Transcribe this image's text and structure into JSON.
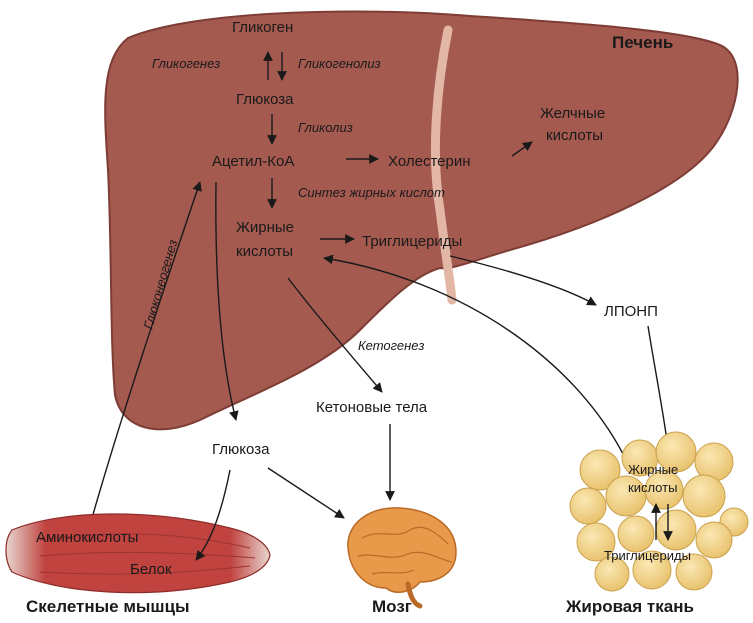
{
  "liver": {
    "title": "Печень",
    "color": "#a55a50",
    "edge_color": "#7d3d35",
    "ligament_color": "#e3b7a6"
  },
  "metabolites": {
    "glycogen": "Гликоген",
    "glucose_liver": "Глюкоза",
    "acetyl_coa": "Ацетил-КоА",
    "cholesterol": "Холестерин",
    "bile_acids_line1": "Желчные",
    "bile_acids_line2": "кислоты",
    "fatty_acids_line1": "Жирные",
    "fatty_acids_line2": "кислоты",
    "triglycerides": "Триглицериды",
    "vldl": "ЛПОНП",
    "ketone_bodies": "Кетоновые тела",
    "glucose_blood": "Глюкоза"
  },
  "processes": {
    "glycogenesis": "Гликогенез",
    "glycogenolysis": "Гликогенолиз",
    "glycolysis": "Гликолиз",
    "fatty_acid_synthesis": "Синтез жирных кислот",
    "gluconeogenesis": "Глюконеогенез",
    "ketogenesis": "Кетогенез"
  },
  "muscle": {
    "title": "Скелетные мышцы",
    "amino_acids": "Аминокислоты",
    "protein": "Белок",
    "color": "#c0433f"
  },
  "brain": {
    "title": "Мозг",
    "color": "#e89a4a"
  },
  "adipose": {
    "title": "Жировая ткань",
    "fatty_acids_line1": "Жирные",
    "fatty_acids_line2": "кислоты",
    "triglycerides": "Триглицериды",
    "color": "#f4d58d"
  }
}
